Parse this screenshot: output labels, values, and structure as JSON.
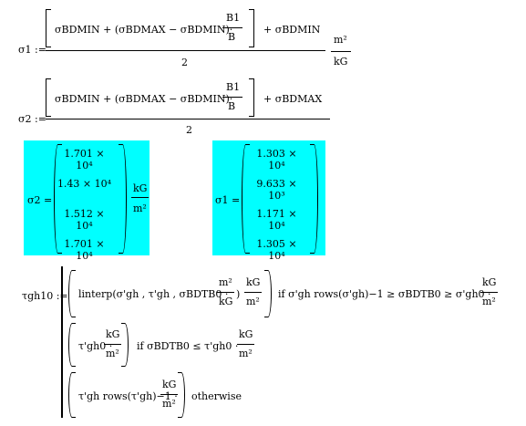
{
  "eq1": {
    "lhs": "σ1 :=",
    "num_a": "σBDMIN + (σBDMAX − σBDMIN)·",
    "ratio_top": "B1",
    "ratio_bot": "B",
    "num_b": "+ σBDMIN",
    "den": "2",
    "unit_top": "m²",
    "unit_bot": "kG"
  },
  "eq2": {
    "lhs": "σ2 :=",
    "num_a": "σBDMIN + (σBDMAX − σBDMIN)·",
    "ratio_top": "B1",
    "ratio_bot": "B",
    "num_b": "+ σBDMAX",
    "den": "2"
  },
  "result_sigma2": {
    "lhs": "σ2 =",
    "values": [
      "1.701 × 10⁴",
      "1.43 × 10⁴",
      "1.512 × 10⁴",
      "1.701 × 10⁴"
    ],
    "unit_top": "kG",
    "unit_bot": "m²"
  },
  "result_sigma1": {
    "lhs": "σ1 =",
    "values": [
      "1.303 × 10⁴",
      "9.633 × 10³",
      "1.171 × 10⁴",
      "1.305 × 10⁴"
    ]
  },
  "eq3": {
    "lhs": "τgh10 :=",
    "case1_expr": "linterp(σ'gh , τ'gh , σBDTB0 ·",
    "case1_inner_unit_top": "m²",
    "case1_inner_unit_bot": "kG",
    "case1_unit_top": "kG",
    "case1_unit_bot": "m²",
    "case1_cond": "if  σ'gh rows(σ'gh)−1 ≥ σBDTB0 ≥ σ'gh0 ·",
    "case1_cond_unit_top": "kG",
    "case1_cond_unit_bot": "m²",
    "case2_expr": "τ'gh0 ·",
    "case2_unit_top": "kG",
    "case2_unit_bot": "m²",
    "case2_cond": "if  σBDTB0 ≤ τ'gh0 ·",
    "case2_cond_unit_top": "kG",
    "case2_cond_unit_bot": "m²",
    "case3_expr": "τ'gh rows(τ'gh)−1 ·",
    "case3_unit_top": "kG",
    "case3_unit_bot": "m²",
    "case3_cond": "otherwise"
  },
  "colors": {
    "result_highlight": "#00ffff"
  }
}
